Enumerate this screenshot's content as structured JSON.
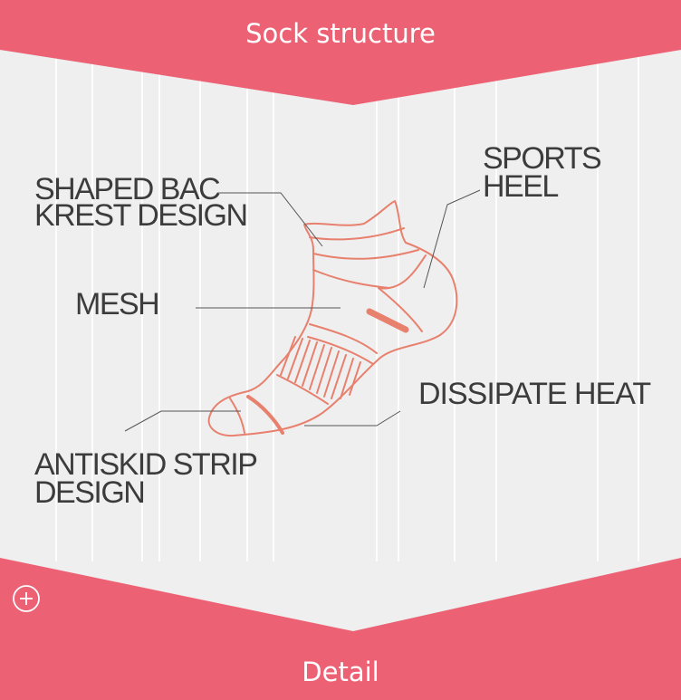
{
  "header": {
    "title": "Sock structure"
  },
  "footer": {
    "title": "Detail"
  },
  "labels": {
    "shaped_back": [
      "SHAPED BAC",
      "KREST DESIGN"
    ],
    "sports_heel": [
      "SPORTS",
      "HEEL"
    ],
    "mesh": "MESH",
    "dissipate_heat": "DISSIPATE HEAT",
    "antiskid": [
      "ANTISKID STRIP",
      "DESIGN"
    ]
  },
  "colors": {
    "banner": "#ec6274",
    "sock_outline": "#e8806e",
    "background": "#efefef",
    "text": "#3c3c3c"
  },
  "icons": {
    "expand": "plus-circle-icon"
  }
}
